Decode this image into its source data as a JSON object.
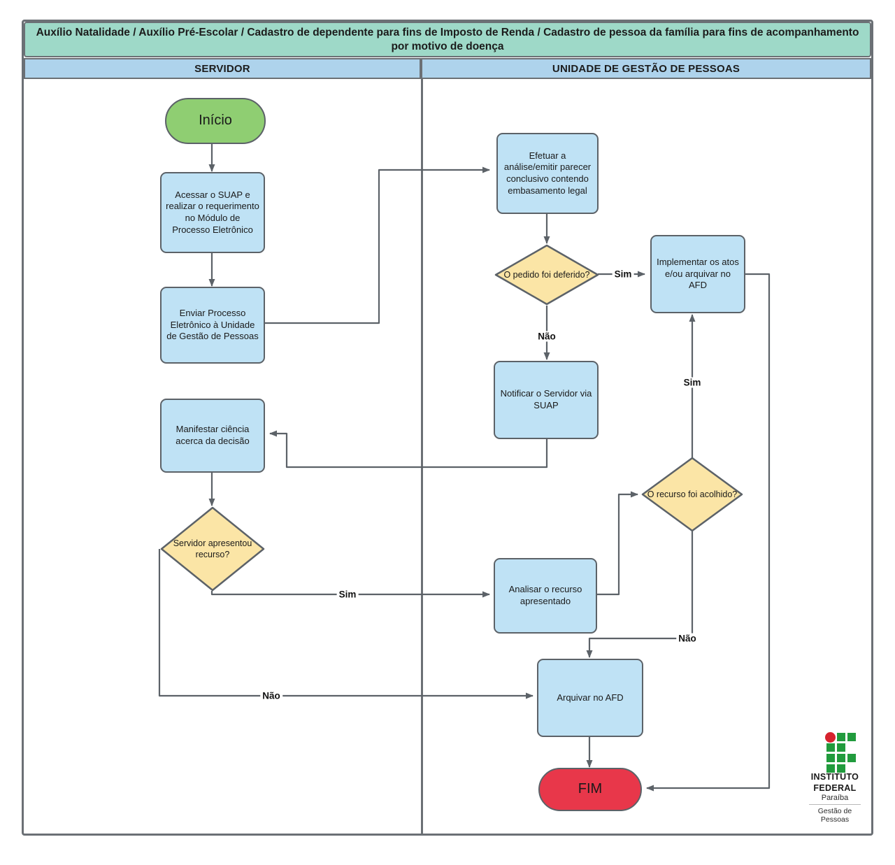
{
  "title": "Auxílio Natalidade / Auxílio Pré-Escolar / Cadastro de dependente para fins de Imposto de Renda / Cadastro de pessoa da família para fins de acompanhamento por motivo de doença",
  "lanes": [
    {
      "id": "servidor",
      "label": "SERVIDOR"
    },
    {
      "id": "ugp",
      "label": "UNIDADE DE GESTÃO DE PESSOAS"
    }
  ],
  "nodes": {
    "start": {
      "label": "Início",
      "type": "terminator-start",
      "lane": "servidor"
    },
    "acessar_suap": {
      "label": "Acessar o SUAP e realizar o requerimento no Módulo de Processo Eletrônico",
      "type": "process",
      "lane": "servidor"
    },
    "enviar_processo": {
      "label": "Enviar Processo Eletrônico à Unidade de Gestão de Pessoas",
      "type": "process",
      "lane": "servidor"
    },
    "manifestar_ciencia": {
      "label": "Manifestar ciência acerca da decisão",
      "type": "process",
      "lane": "servidor"
    },
    "servidor_recurso": {
      "label": "Servidor apresentou recurso?",
      "type": "decision",
      "lane": "servidor"
    },
    "efetuar_analise": {
      "label": "Efetuar a análise/emitir parecer conclusivo contendo embasamento legal",
      "type": "process",
      "lane": "ugp"
    },
    "pedido_deferido": {
      "label": "O pedido foi deferido?",
      "type": "decision",
      "lane": "ugp"
    },
    "implementar_atos": {
      "label": "Implementar os atos e/ou arquivar no AFD",
      "type": "process",
      "lane": "ugp"
    },
    "notificar_servidor": {
      "label": "Notificar o Servidor via SUAP",
      "type": "process",
      "lane": "ugp"
    },
    "recurso_acolhido": {
      "label": "O recurso foi acolhido?",
      "type": "decision",
      "lane": "ugp"
    },
    "analisar_recurso": {
      "label": "Analisar o recurso apresentado",
      "type": "process",
      "lane": "ugp"
    },
    "arquivar_afd": {
      "label": "Arquivar no AFD",
      "type": "process",
      "lane": "ugp"
    },
    "end": {
      "label": "FIM",
      "type": "terminator-end",
      "lane": "ugp"
    }
  },
  "edge_labels": {
    "pedido_sim": "Sim",
    "pedido_nao": "Não",
    "recurso_sim": "Sim",
    "servidor_sim": "Sim",
    "servidor_nao": "Não",
    "acolhido_sim": "Sim",
    "acolhido_nao": "Não"
  },
  "logo": {
    "line1": "INSTITUTO",
    "line2": "FEDERAL",
    "state": "Paraíba",
    "unit_line1": "Gestão de",
    "unit_line2": "Pessoas"
  },
  "colors": {
    "title_band": "#9ed9c8",
    "lane_header": "#aed3ec",
    "process": "#bfe2f5",
    "decision": "#fbe5a6",
    "start": "#8fce72",
    "end": "#e8374a",
    "stroke": "#5c6268",
    "frame": "#6b7075",
    "logo_green": "#219b3d",
    "logo_red": "#d6232e"
  }
}
